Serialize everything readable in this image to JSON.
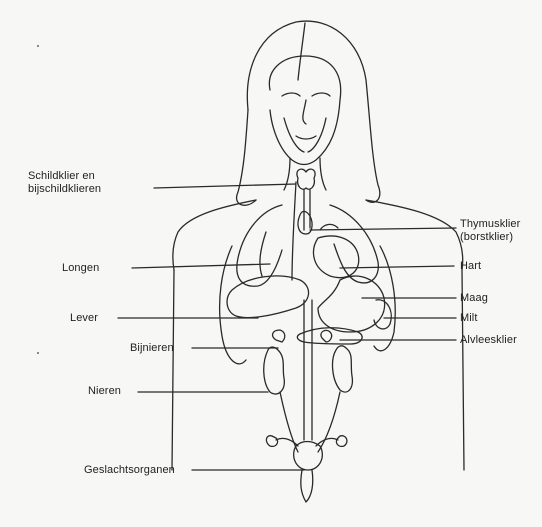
{
  "labels": {
    "thyroid_line1": "Schildklier en",
    "thyroid_line2": "bijschildklieren",
    "lungs": "Longen",
    "liver": "Lever",
    "adrenals": "Bijnieren",
    "kidneys": "Nieren",
    "genitals": "Geslachtsorganen",
    "thymus_line1": "Thymusklier",
    "thymus_line2": "(borstklier)",
    "heart": "Hart",
    "stomach": "Maag",
    "spleen": "Milt",
    "pancreas": "Alvleesklier"
  },
  "colors": {
    "ink": "#2a2a2a",
    "paper": "#f7f7f5"
  }
}
